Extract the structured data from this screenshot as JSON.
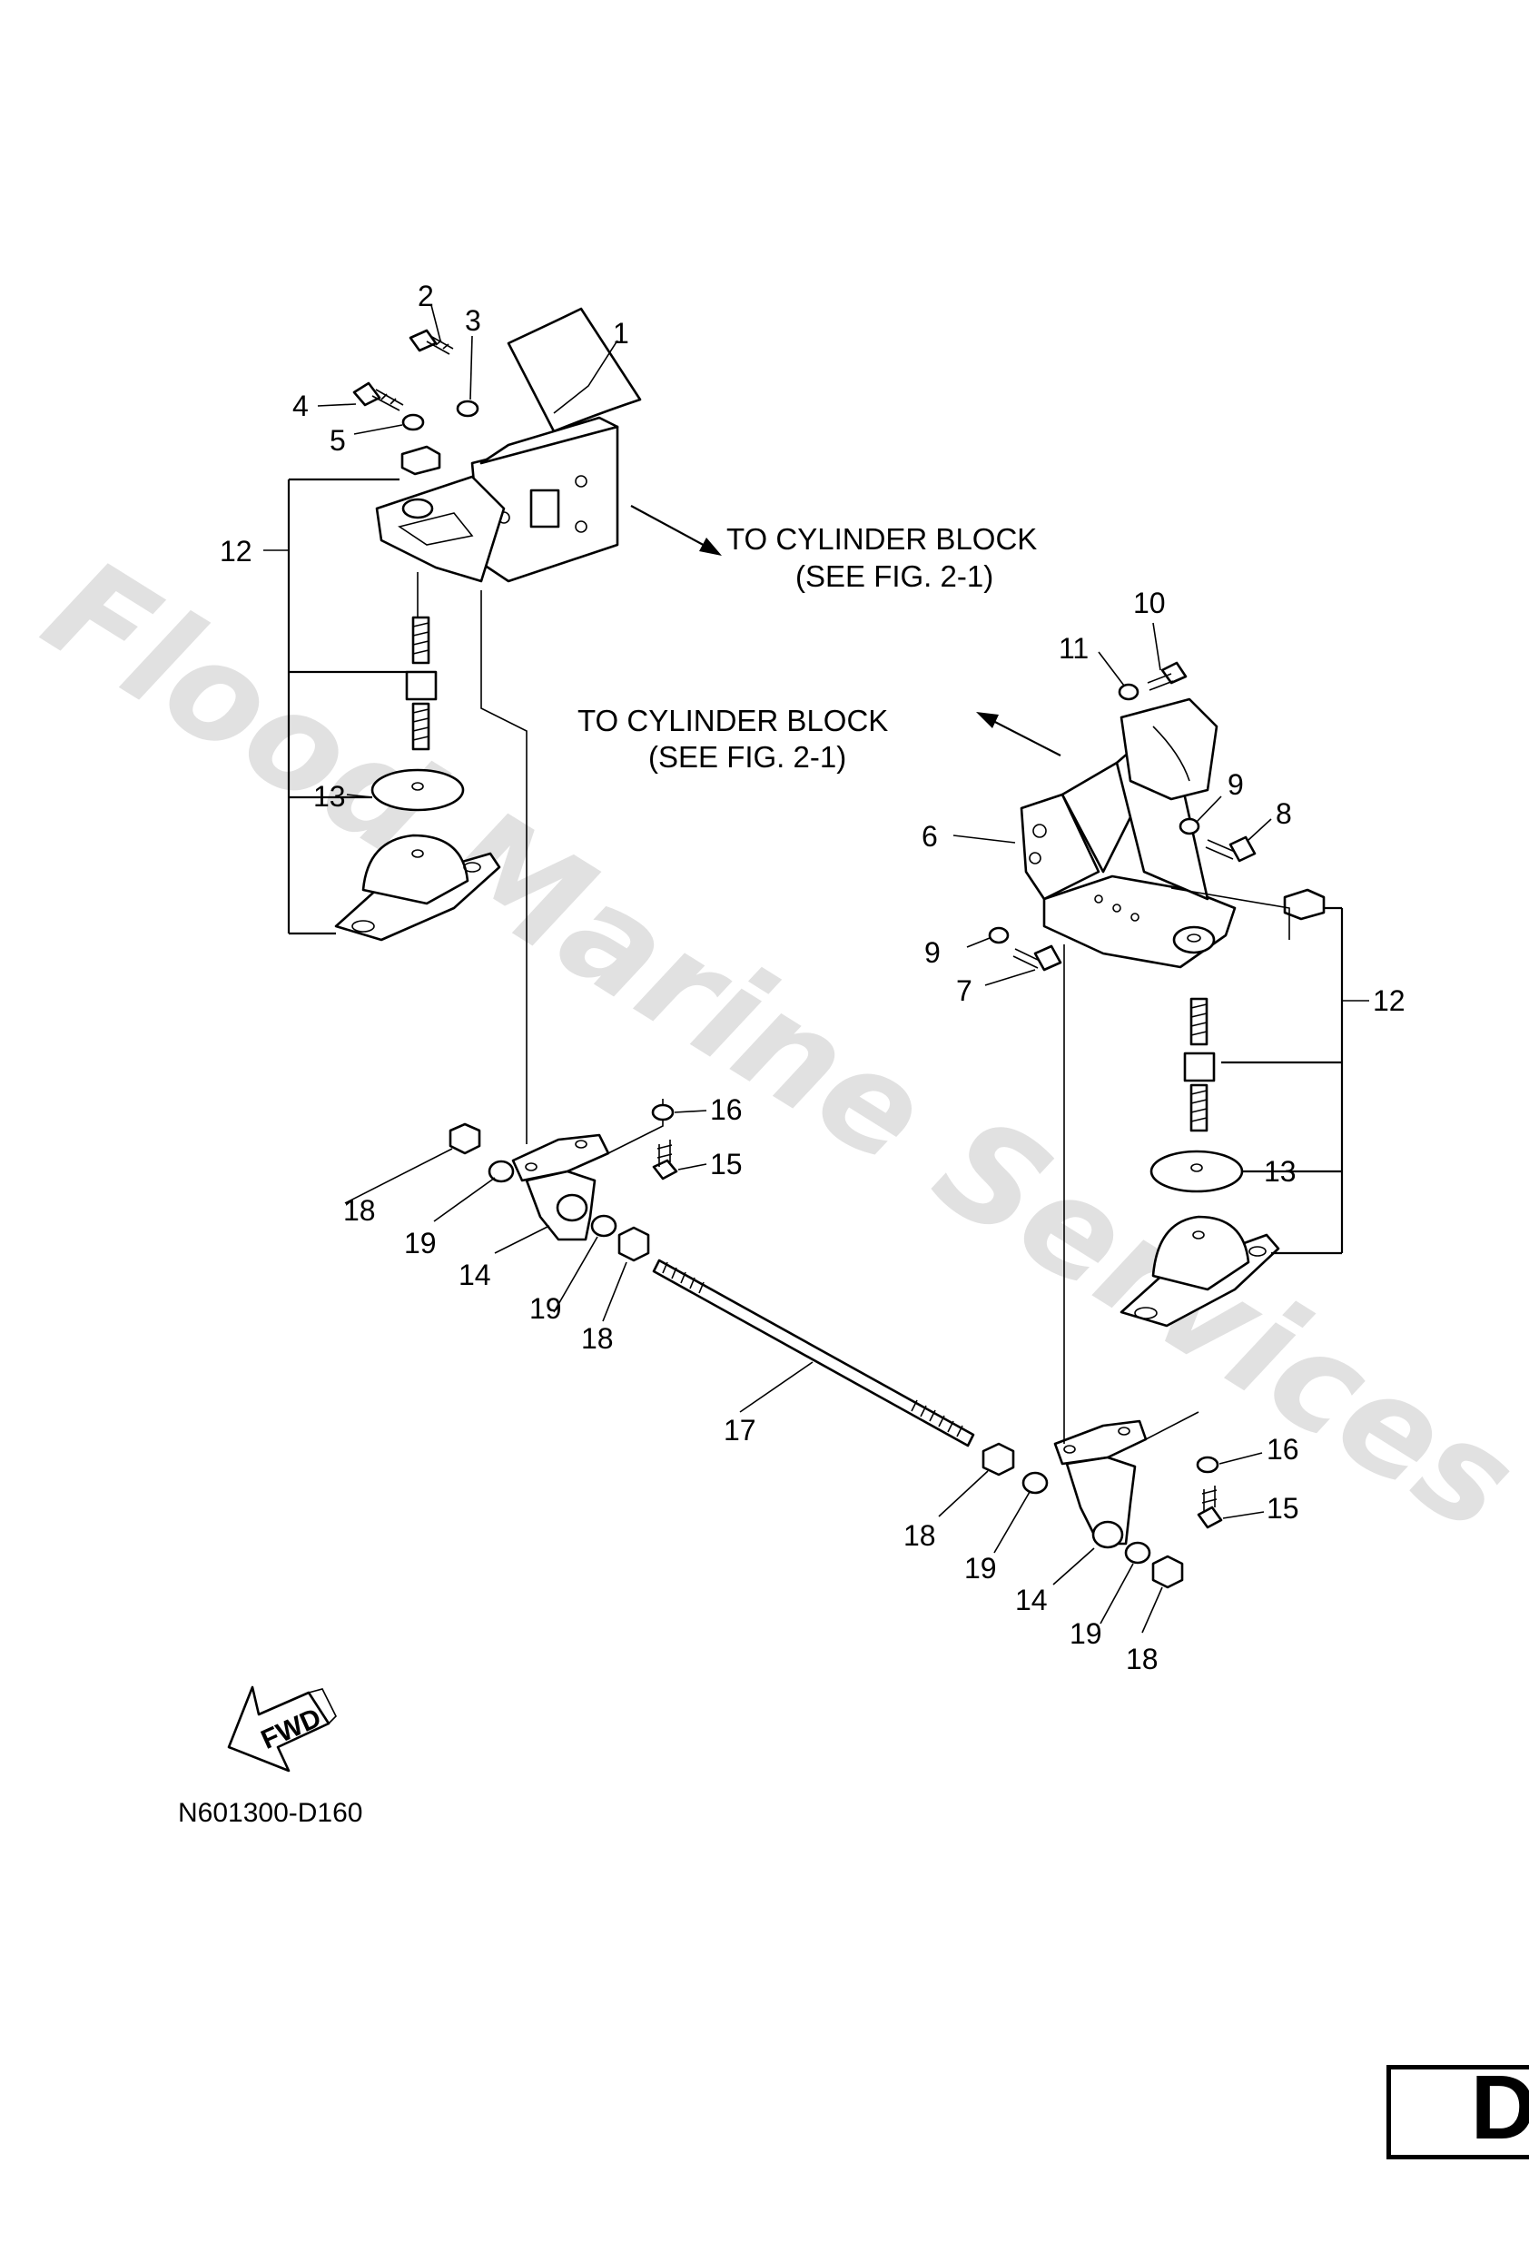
{
  "watermark": "Flood Marine Services",
  "notes": {
    "upper": [
      "TO CYLINDER BLOCK",
      "(SEE FIG. 2-1)"
    ],
    "lower": [
      "TO CYLINDER BLOCK",
      "(SEE FIG. 2-1)"
    ]
  },
  "callouts": {
    "p1": "1",
    "p2": "2",
    "p3": "3",
    "p4": "4",
    "p5": "5",
    "p6": "6",
    "p7": "7",
    "p8": "8",
    "p9a": "9",
    "p9b": "9",
    "p10": "10",
    "p11": "11",
    "p12a": "12",
    "p12b": "12",
    "p13a": "13",
    "p13b": "13",
    "p14a": "14",
    "p14b": "14",
    "p15a": "15",
    "p15b": "15",
    "p16a": "16",
    "p16b": "16",
    "p17": "17",
    "p18a": "18",
    "p18b": "18",
    "p18c": "18",
    "p18d": "18",
    "p19a": "19",
    "p19b": "19",
    "p19c": "19",
    "p19d": "19"
  },
  "fwd_label": "FWD",
  "drawing_code": "N601300-D160",
  "page_letter": "D"
}
